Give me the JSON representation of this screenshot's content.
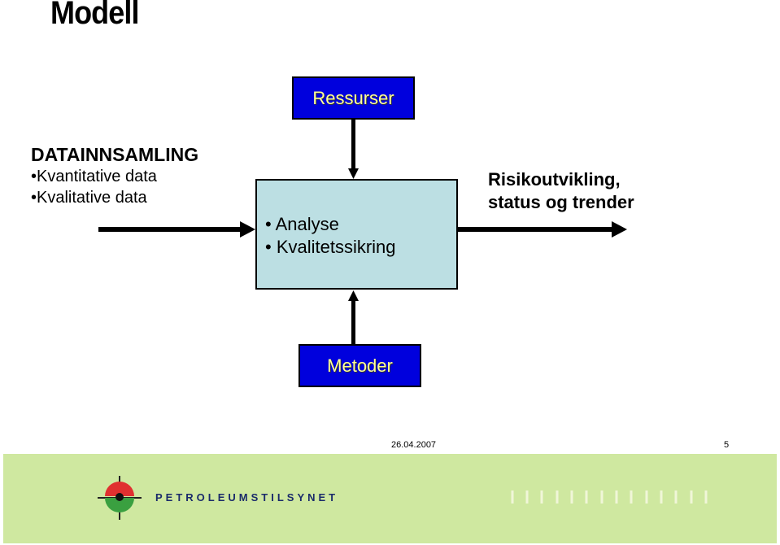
{
  "title": "Modell",
  "input": {
    "heading": "DATAINNSAMLING",
    "items": [
      "•Kvantitative data",
      "•Kvalitative data"
    ]
  },
  "resources_label": "Ressurser",
  "process": {
    "items": [
      "• Analyse",
      "• Kvalitetssikring"
    ]
  },
  "output": {
    "line1": "Risikoutvikling,",
    "line2": "status og trender"
  },
  "methods_label": "Metoder",
  "footer": {
    "date": "26.04.2007",
    "page": "5",
    "brand": "PETROLEUMSTILSYNET",
    "band_color": "#cfe8a0"
  },
  "colors": {
    "box_blue": "#0000dd",
    "box_text": "#ffff99",
    "process_fill": "#bcdfe3"
  }
}
